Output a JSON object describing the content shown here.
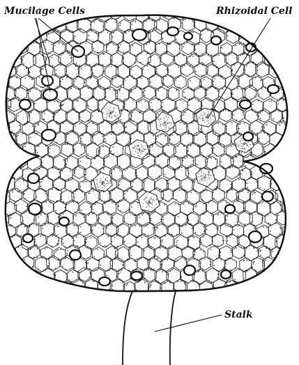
{
  "labels": {
    "mucilage": "Mucilage Cells",
    "rhizoidal": "Rhizoidal Cell",
    "stalk": "Stalk"
  },
  "colors": {
    "ink": "#111111",
    "paper": "#ffffff"
  }
}
